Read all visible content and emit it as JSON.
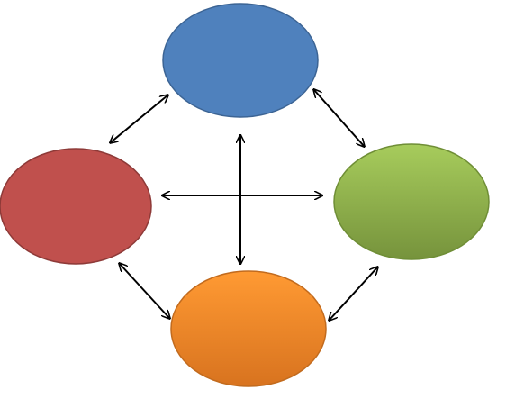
{
  "diagram": {
    "nodes": [
      {
        "id": "top",
        "color_main": "#4F81BD",
        "color_edge": "#3C6494"
      },
      {
        "id": "left",
        "color_main": "#C0504D",
        "color_edge": "#8E3A38"
      },
      {
        "id": "right",
        "color_main": "#9BBB59",
        "color_edge": "#6F8E36",
        "gradient_light": "#A7CC5C",
        "gradient_dark": "#76933C"
      },
      {
        "id": "bottom",
        "color_main": "#F79646",
        "color_edge": "#C26B1E",
        "gradient_light": "#FF9A33",
        "gradient_dark": "#D8731F"
      }
    ],
    "arrows": [
      {
        "from": "top",
        "to": "left",
        "bidirectional": true
      },
      {
        "from": "top",
        "to": "right",
        "bidirectional": true
      },
      {
        "from": "left",
        "to": "bottom",
        "bidirectional": true
      },
      {
        "from": "right",
        "to": "bottom",
        "bidirectional": true
      },
      {
        "from": "left",
        "to": "right",
        "bidirectional": true
      },
      {
        "from": "top",
        "to": "bottom",
        "bidirectional": true
      }
    ],
    "arrow_color": "#000000"
  }
}
